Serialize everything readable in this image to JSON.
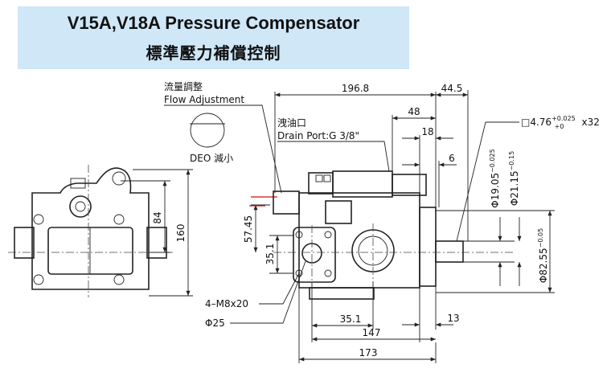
{
  "title": {
    "line1": "V15A,V18A Pressure Compensator",
    "line2": "標準壓力補償控制"
  },
  "labels": {
    "flow_adjust_cn": "流量調整",
    "flow_adjust_en": "Flow Adjustment",
    "drain_cn": "洩油口",
    "drain_en": "Drain Port:G 3/8\"",
    "deo": "DEO 減小",
    "bolt": "4–M8x20",
    "bore": "Φ25"
  },
  "dimensions": {
    "d_196_8": "196.8",
    "d_44_5": "44.5",
    "d_48": "48",
    "d_18": "18",
    "d_6": "6",
    "d_84": "84",
    "d_160": "160",
    "d_57_45": "57.45",
    "d_35_1_v": "35.1",
    "d_35_1_h": "35.1",
    "d_147": "147",
    "d_13": "13",
    "d_173": "173",
    "key_base": "□4.76",
    "key_tol_hi": "+0.025",
    "key_tol_lo": "+0",
    "key_len": "x32",
    "d_shaft_19": "Φ19.05",
    "d_shaft_19_tol": "−0.025",
    "d_shaft_21": "Φ21.15",
    "d_shaft_21_tol": "−0.15",
    "d_pilot": "Φ82.55",
    "d_pilot_tol": "−0.05"
  }
}
